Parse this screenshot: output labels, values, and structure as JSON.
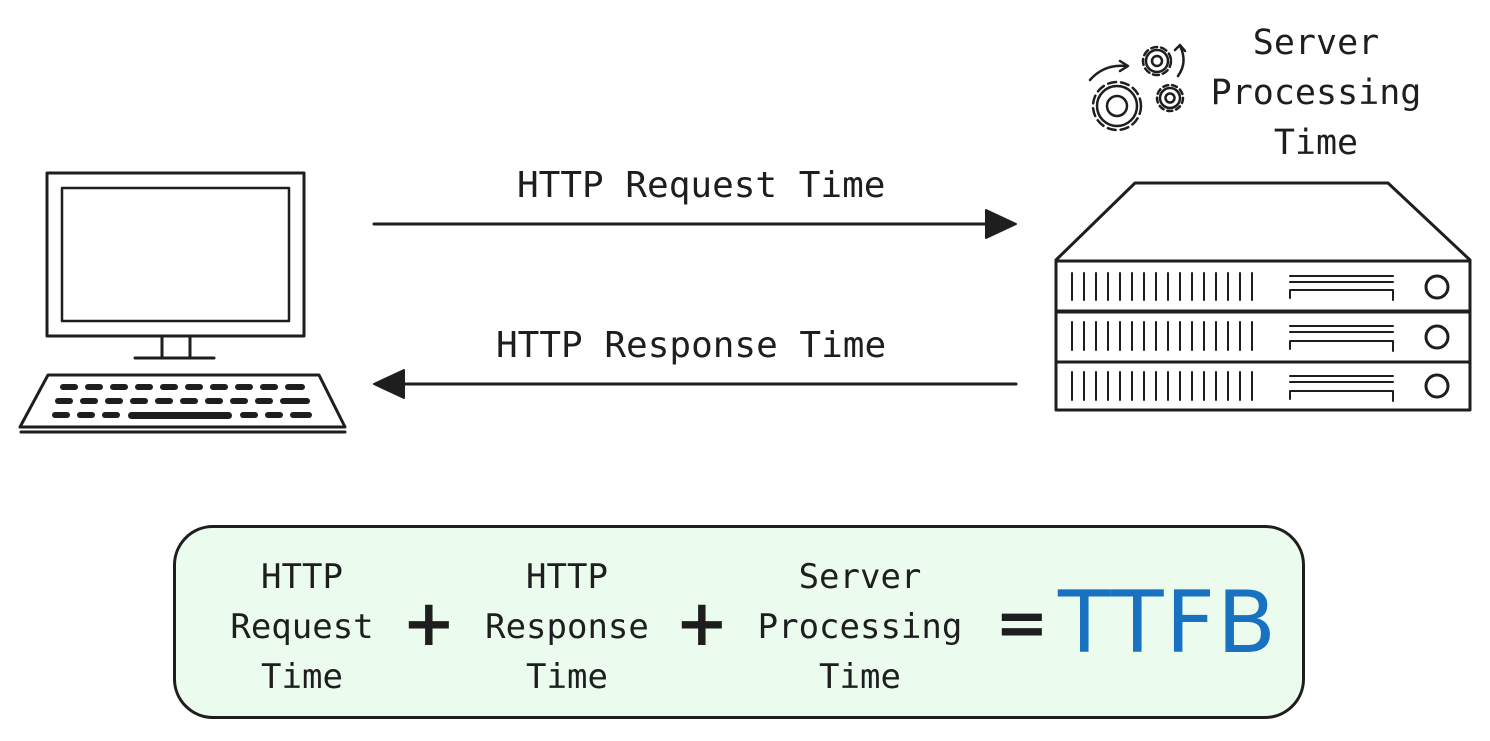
{
  "request_arrow": {
    "label": "HTTP Request Time"
  },
  "response_arrow": {
    "label": "HTTP Response Time"
  },
  "server": {
    "label_lines": [
      "Server",
      "Processing",
      "Time"
    ]
  },
  "formula": {
    "term1_lines": [
      "HTTP",
      "Request",
      "Time"
    ],
    "term2_lines": [
      "HTTP",
      "Response",
      "Time"
    ],
    "term3_lines": [
      "Server",
      "Processing",
      "Time"
    ],
    "plus": "+",
    "equals": "=",
    "result": "TTFB",
    "result_color": "#1971c2",
    "box_fill": "#ebfbee"
  },
  "stroke_color": "#1e1e1e"
}
